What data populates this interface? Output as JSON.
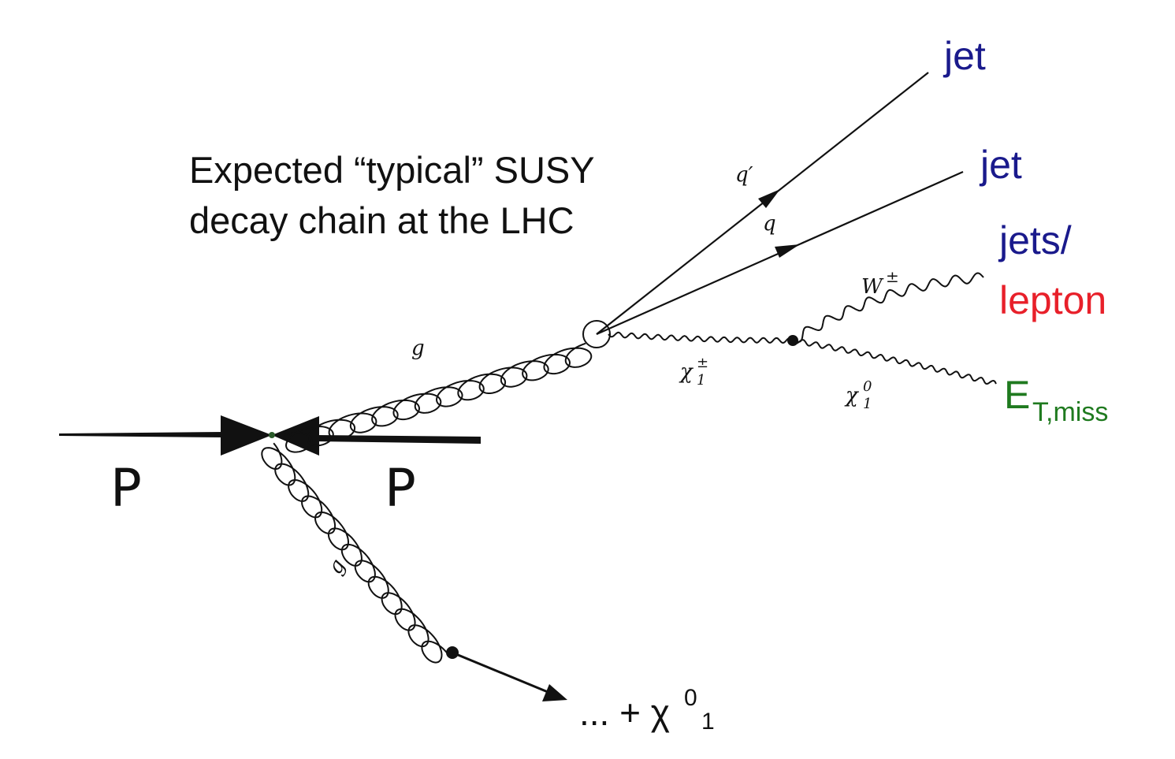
{
  "title": {
    "line1": "Expected “typical” SUSY",
    "line2": "decay chain at the LHC"
  },
  "beams": {
    "left": "P",
    "right": "P"
  },
  "propagators": {
    "gluon_upper": "g",
    "gluon_lower": "g",
    "quark_prime": "q′",
    "quark": "q",
    "w_boson": "W",
    "w_boson_sup": "±",
    "chargino": "χ",
    "chargino_sup": "±",
    "chargino_sub": "1",
    "neutralino": "χ",
    "neutralino_sup": "0",
    "neutralino_sub": "1"
  },
  "final_states": {
    "jet1": "jet",
    "jet2": "jet",
    "jets": "jets/",
    "lepton": "lepton",
    "etmiss_main": "E",
    "etmiss_sub": "T,miss",
    "bottom_prefix": "... + χ",
    "bottom_sup": "0",
    "bottom_sub": "1"
  },
  "colors": {
    "jet": "#1a1a8c",
    "lepton": "#e8202a",
    "etmiss": "#1f7a1f",
    "lines": "#111111"
  }
}
